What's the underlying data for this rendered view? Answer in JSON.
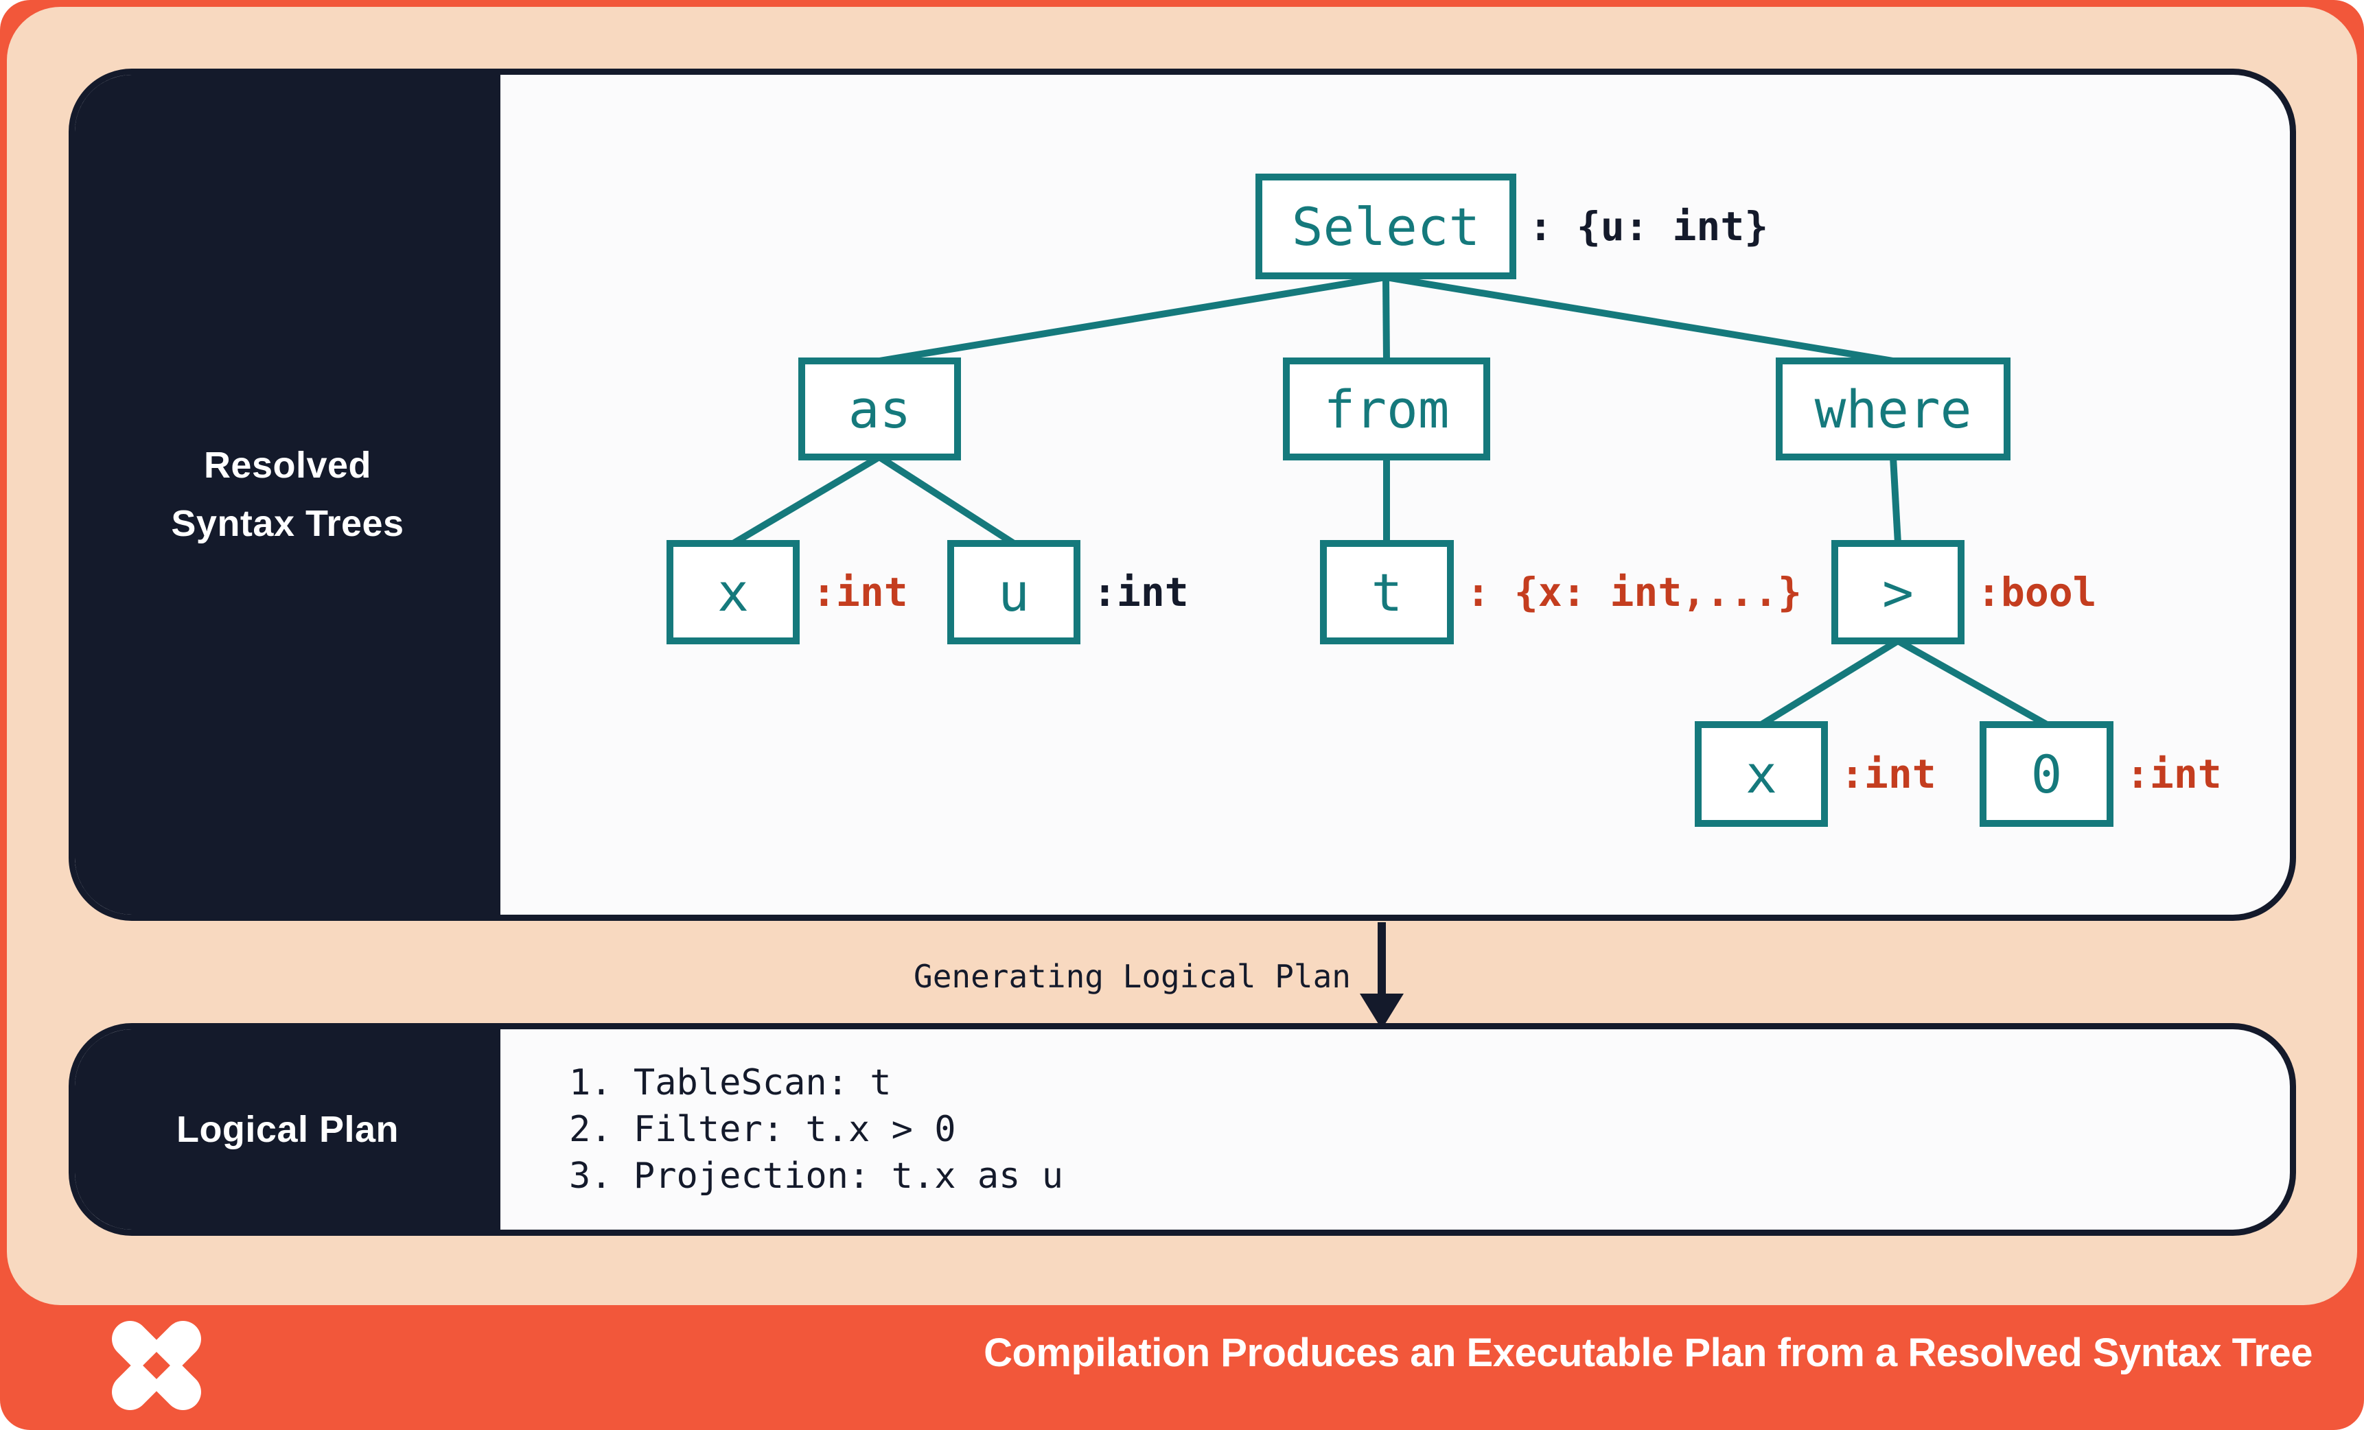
{
  "colors": {
    "coral": "#f2573a",
    "peach": "#f8d9c0",
    "navy": "#141a2b",
    "teal": "#15797c",
    "red": "#c43d1f",
    "panel_white": "#fbfbfc"
  },
  "resolved_panel": {
    "lines": [
      "Resolved",
      "Syntax Trees"
    ]
  },
  "tree": {
    "select": {
      "label": "Select",
      "type": ": {u: int}"
    },
    "as": {
      "label": "as"
    },
    "from": {
      "label": "from"
    },
    "where": {
      "label": "where"
    },
    "x_as": {
      "label": "x",
      "type": ":int"
    },
    "u": {
      "label": "u",
      "type": ":int"
    },
    "t": {
      "label": "t",
      "type": ": {x: int,...}"
    },
    "gt": {
      "label": ">",
      "type": ":bool"
    },
    "x_cmp": {
      "label": "x",
      "type": ":int"
    },
    "zero": {
      "label": "0",
      "type": ":int"
    }
  },
  "transition": {
    "label": "Generating Logical Plan"
  },
  "logical_panel": {
    "label": "Logical Plan",
    "steps": [
      "1. TableScan: t",
      "2. Filter: t.x > 0",
      "3. Projection: t.x as u"
    ]
  },
  "footer": {
    "title": "Compilation Produces an Executable Plan from a Resolved Syntax Tree"
  }
}
